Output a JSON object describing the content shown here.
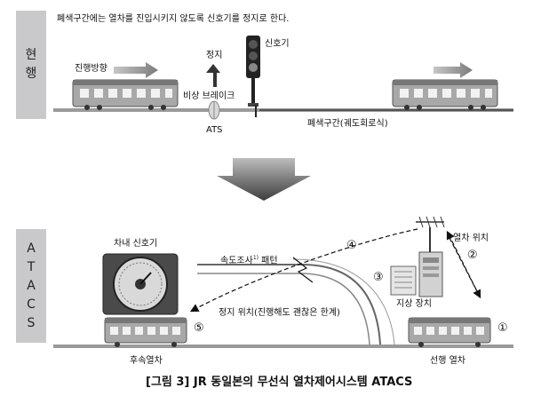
{
  "top": {
    "side_label": [
      "현",
      "행"
    ],
    "description": "폐색구간에는 열차를 진입시키지 않도록 신호기를 정지로 한다.",
    "direction_label": "진행방향",
    "stop_label": "정지",
    "signal_label": "신호기",
    "brake_label": "비상 브레이크",
    "ats_label": "ATS",
    "block_label": "폐색구간(궤도회로식)"
  },
  "bottom": {
    "side_label": [
      "A",
      "T",
      "A",
      "C",
      "S"
    ],
    "cab_signal_label": "차내 신호기",
    "speed_pattern_label": "속도조사",
    "speed_pattern_sup": "1)",
    "speed_pattern_suffix": " 패턴",
    "stop_position_label": "정지 위치(진행해도 괜찮은 한계)",
    "train_position_label": "열차 위치",
    "ground_device_label": "지상 장치",
    "following_train_label": "후속열차",
    "leading_train_label": "선행 열차",
    "steps": [
      "①",
      "②",
      "③",
      "④",
      "⑤"
    ]
  },
  "caption": "[그림 3] JR 동일본의 무선식 열차제어시스템 ATACS",
  "colors": {
    "side_panel": "#c9c9cb",
    "rail": "#8a8a8a",
    "train_body": "#9a9a9a",
    "arrow": "#6f6f6f"
  }
}
